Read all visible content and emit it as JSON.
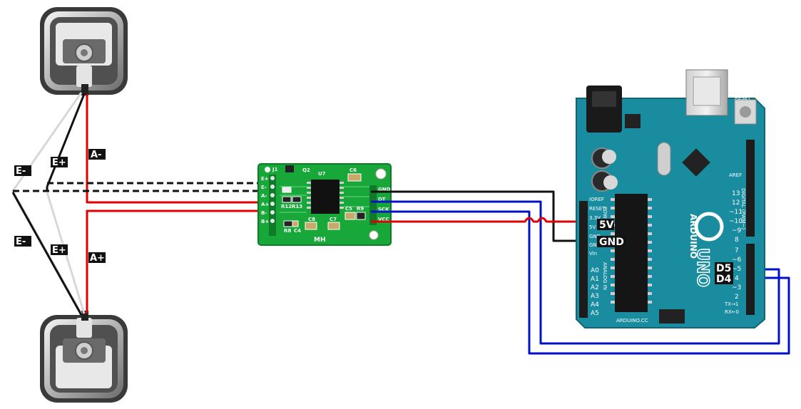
{
  "colors": {
    "wire_red": "#e00000",
    "wire_black": "#111111",
    "wire_white": "#d8d8d8",
    "wire_blue": "#0010c8",
    "hx711_board": "#18a83a",
    "arduino_board": "#1a8ca0"
  },
  "load_cells": {
    "top_wires": {
      "a_minus": "A-",
      "e_plus": "E+",
      "e_minus": "E-"
    },
    "bottom_wires": {
      "a_plus": "A+",
      "e_plus": "E+",
      "e_minus": "E-"
    }
  },
  "hx711": {
    "board_mark": "MH",
    "chip_label": "U7",
    "left_pins": [
      "E+",
      "E-",
      "A-",
      "A+",
      "B-",
      "B+"
    ],
    "right_pins": [
      "GND",
      "DT",
      "SCK",
      "VCC"
    ],
    "components": [
      "J1",
      "Q2",
      "C6",
      "R12",
      "R13",
      "C5",
      "R9",
      "C8",
      "C7",
      "R8",
      "C4"
    ]
  },
  "arduino": {
    "brand": "ARDUINO",
    "model": "UNO",
    "site": "ARDUINO.CC",
    "reset": "RESET",
    "aref": "AREF",
    "power_pins": [
      "IOREF",
      "RESET",
      "3.3V",
      "5V",
      "GND",
      "GND",
      "Vin"
    ],
    "analog_pins": [
      "A0",
      "A1",
      "A2",
      "A3",
      "A4",
      "A5"
    ],
    "analog_header": "ANALOG IN",
    "power_header": "POWER",
    "digital_header": "DIGITAL (PWM~)",
    "digital_pins": [
      "13",
      "12",
      "~11",
      "~10",
      "~9",
      "8",
      "7",
      "~6",
      "~5",
      "4",
      "~3",
      "2",
      "TX→1",
      "RX←0"
    ],
    "pin_tags": {
      "five_v": "5V",
      "gnd": "GND",
      "d5": "D5",
      "d4": "D4"
    }
  }
}
